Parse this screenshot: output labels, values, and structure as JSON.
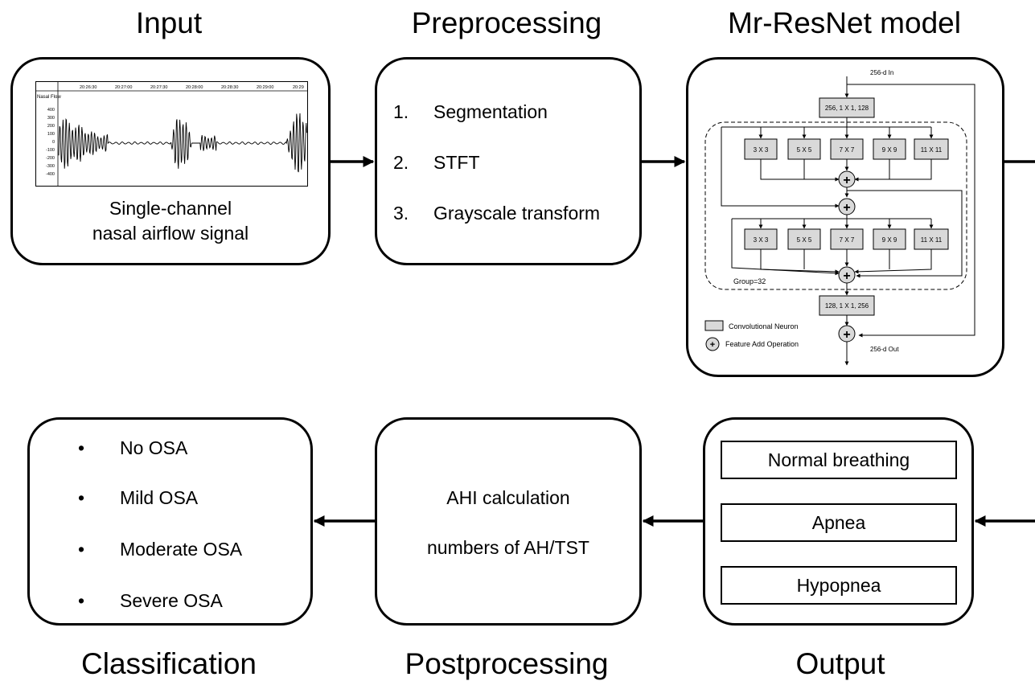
{
  "titles": {
    "input": "Input",
    "preprocessing": "Preprocessing",
    "model": "Mr-ResNet model",
    "classification": "Classification",
    "postprocessing": "Postprocessing",
    "output": "Output"
  },
  "input_panel": {
    "caption_line1": "Single-channel",
    "caption_line2": "nasal airflow signal",
    "signal": {
      "channel_label": "Nasal Flow",
      "time_ticks": [
        "20:26:30",
        "20:27:00",
        "20:27:30",
        "20:28:00",
        "20:28:30",
        "20:29:00",
        "20:29"
      ],
      "y_ticks": [
        "400",
        "300",
        "200",
        "100",
        "0",
        "-100",
        "-200",
        "-300",
        "-400"
      ]
    }
  },
  "preprocessing_panel": {
    "steps": [
      {
        "num": "1.",
        "label": "Segmentation"
      },
      {
        "num": "2.",
        "label": "STFT"
      },
      {
        "num": "3.",
        "label": "Grayscale transform"
      }
    ]
  },
  "model_panel": {
    "input_label": "256-d In",
    "output_label": "256-d Out",
    "top_block": "256, 1 X 1, 128",
    "bottom_block": "128, 1 X 1, 256",
    "kernels": [
      "3 X 3",
      "5 X 5",
      "7 X 7",
      "9 X 9",
      "11 X 11"
    ],
    "group_label": "Group=32",
    "plus": "+",
    "legend": {
      "neuron": "Convolutional Neuron",
      "add": "Feature Add Operation"
    }
  },
  "output_panel": {
    "classes": [
      "Normal breathing",
      "Apnea",
      "Hypopnea"
    ]
  },
  "postprocessing_panel": {
    "line1": "AHI calculation",
    "line2": "numbers of AH/TST"
  },
  "classification_panel": {
    "bullet": "•",
    "items": [
      "No OSA",
      "Mild OSA",
      "Moderate OSA",
      "Severe OSA"
    ]
  },
  "colors": {
    "stroke": "#000000",
    "block_fill": "#d9d9d9",
    "plus_fill": "#d9d9d9"
  }
}
